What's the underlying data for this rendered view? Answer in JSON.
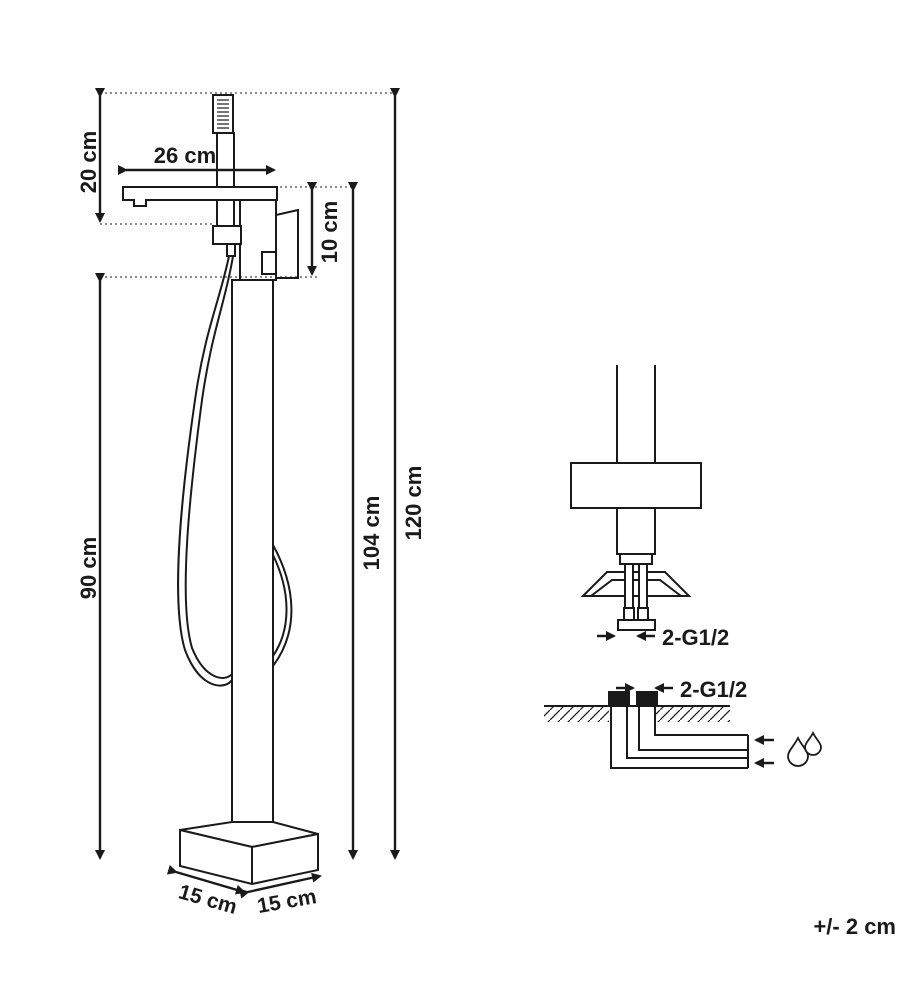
{
  "dimensions": {
    "head_height": "20 cm",
    "spout_length": "26 cm",
    "spout_drop": "10 cm",
    "column_height": "90 cm",
    "spout_total_height": "104 cm",
    "total_height": "120 cm",
    "base_depth": "15 cm",
    "base_width": "15 cm"
  },
  "connection": {
    "upper_thread": "2-G1/2",
    "lower_thread": "2-G1/2"
  },
  "tolerance": "+/- 2 cm",
  "icons": {
    "water": "water-drops-icon"
  }
}
